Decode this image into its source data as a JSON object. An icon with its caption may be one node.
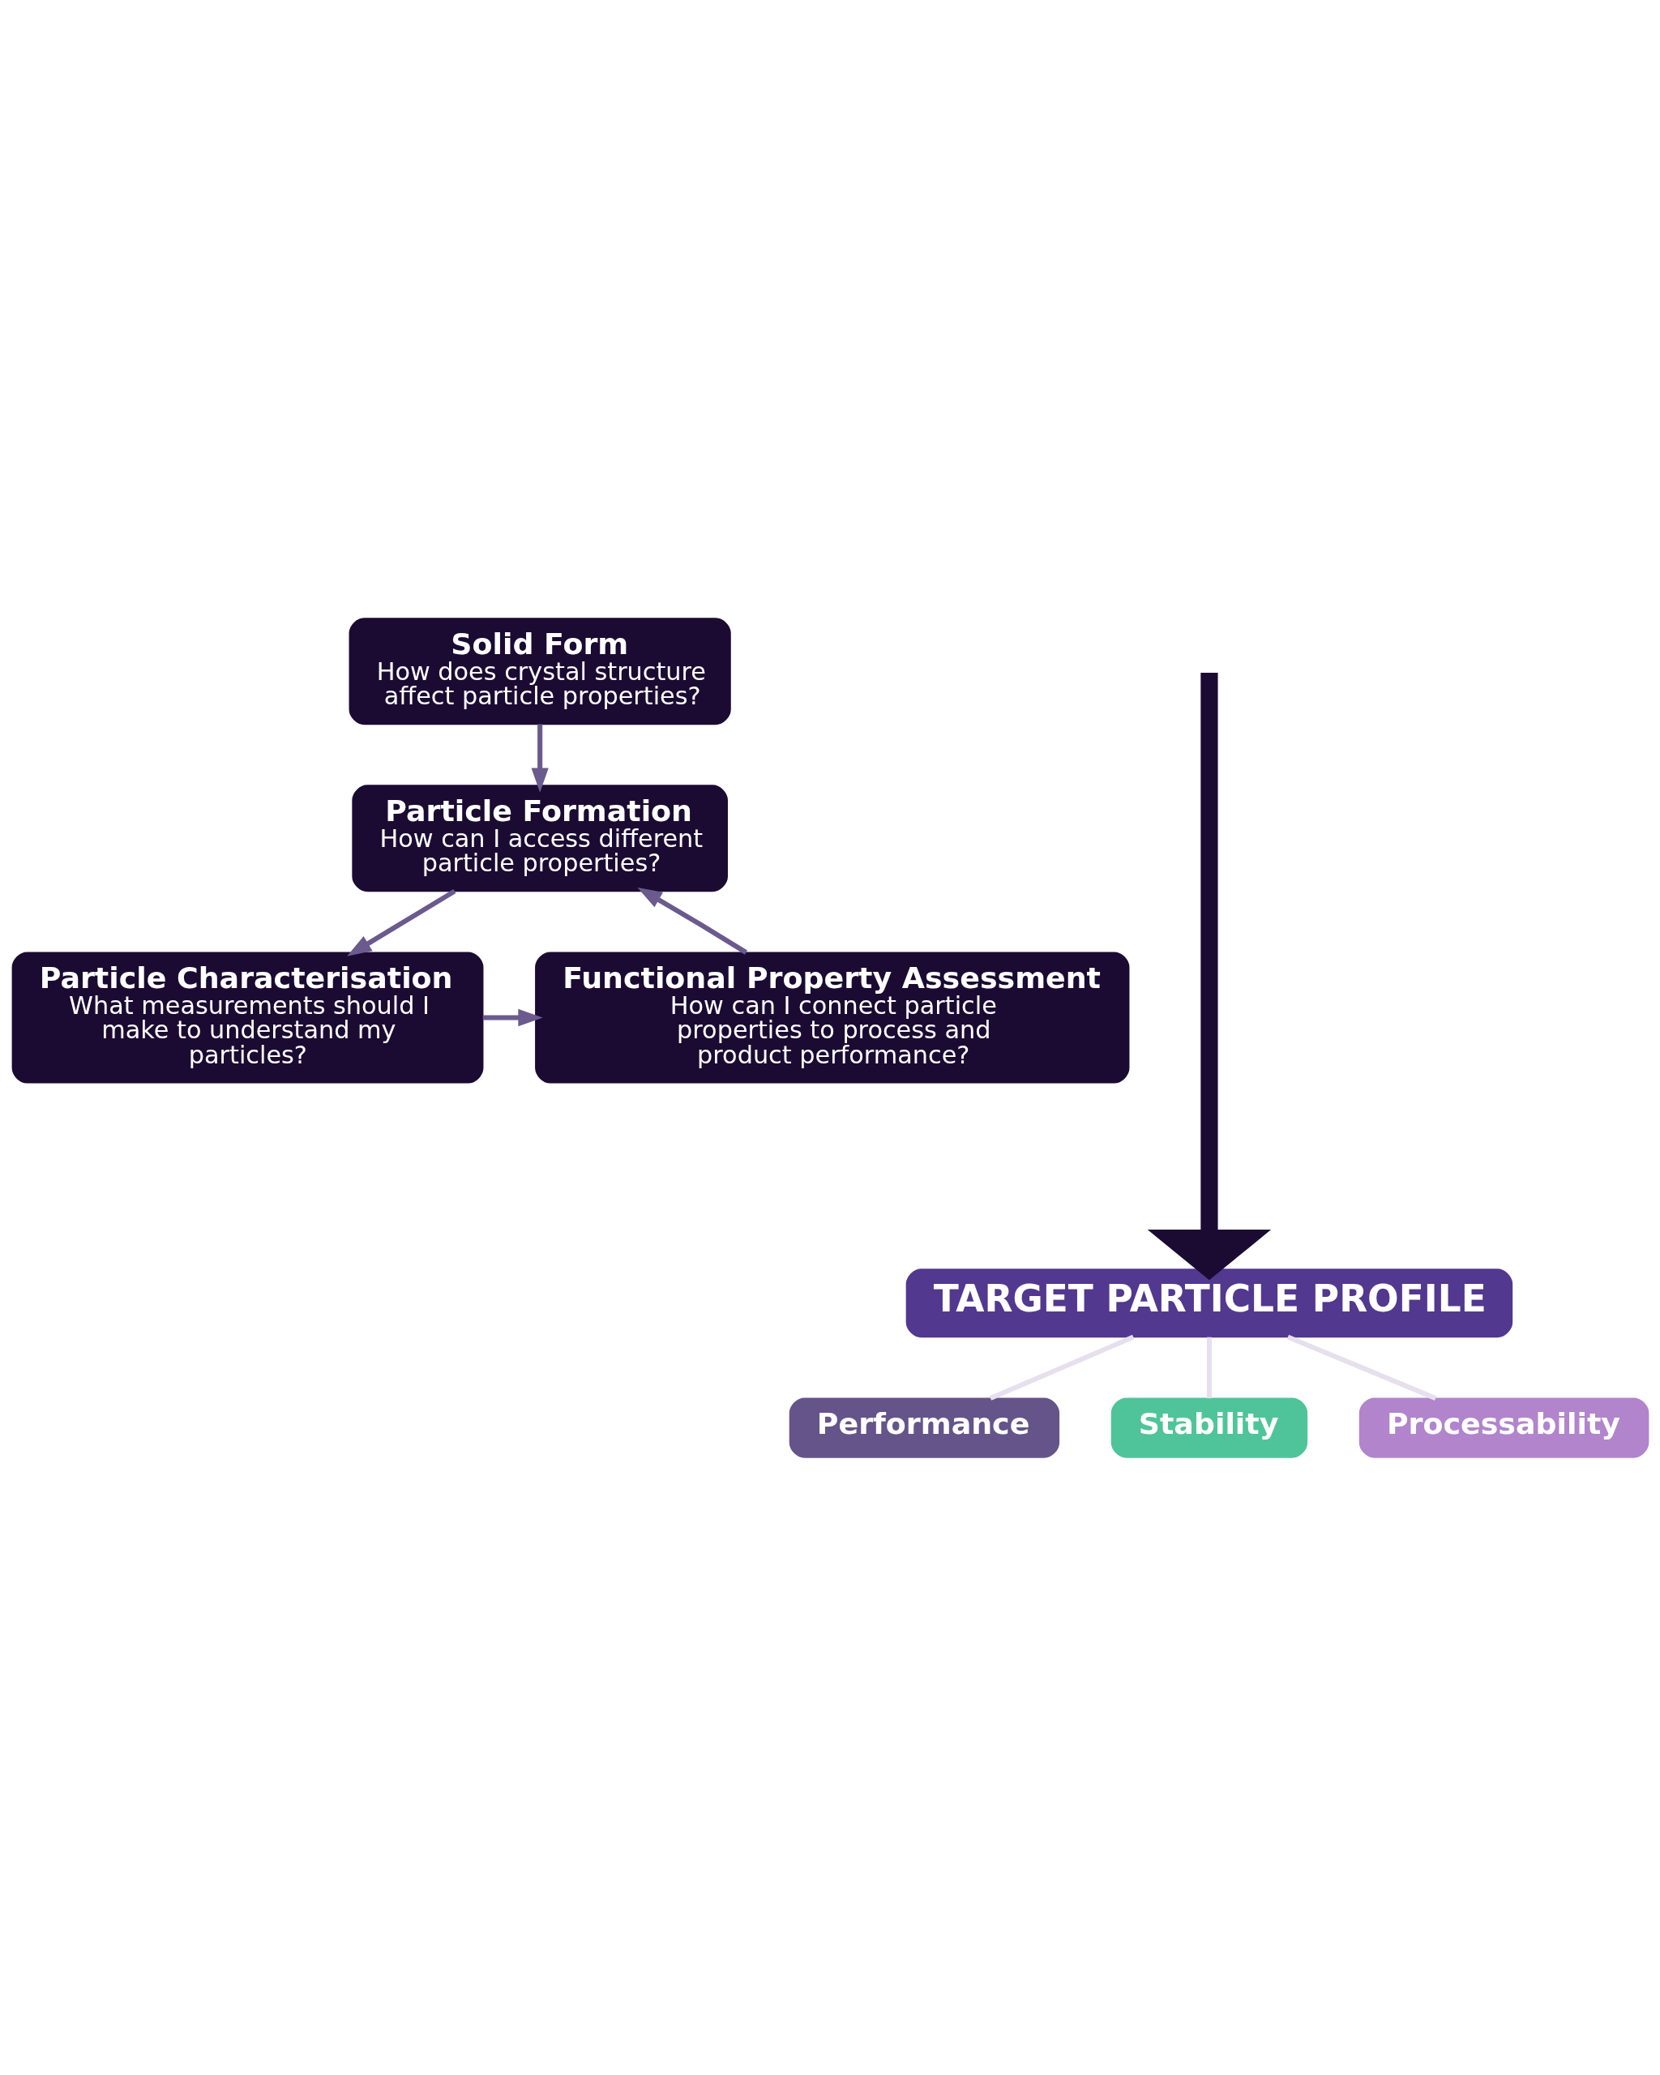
{
  "diagram": {
    "nodes": [
      {
        "text": [
          "Solid Form",
          "How does crystal structure affect particle properties?"
        ]
      },
      {
        "text": [
          "Particle Formation",
          "How can I access different particle properties?"
        ]
      },
      {
        "text": [
          "Particle Characterisation",
          "What measurements should I make to understand my particles?"
        ]
      },
      {
        "text": [
          "Functional Property Assessment",
          "How can I connect particle properties to process and product performance?"
        ]
      },
      {
        "text": [
          "TARGET PARTICLE PROFILE"
        ]
      },
      {
        "text": [
          "Performance"
        ]
      },
      {
        "text": [
          "Stability"
        ]
      },
      {
        "text": [
          "Processability"
        ]
      }
    ],
    "edges": [
      {
        "from": 0,
        "to": 1,
        "arrow": "to"
      },
      {
        "from": 1,
        "to": 2,
        "arrow": "to"
      },
      {
        "from": 2,
        "to": 3,
        "arrow": "to"
      },
      {
        "from": 3,
        "to": 1,
        "arrow": "to"
      },
      {
        "from": null,
        "to": 4,
        "arrow": "to",
        "style": "thick",
        "color": "#1b0b33"
      },
      {
        "from": 4,
        "to": 5,
        "arrow": "none",
        "color": "#e6e0ee"
      },
      {
        "from": 4,
        "to": 6,
        "arrow": "none",
        "color": "#e6e0ee"
      },
      {
        "from": 4,
        "to": 7,
        "arrow": "none",
        "color": "#e6e0ee"
      }
    ]
  }
}
